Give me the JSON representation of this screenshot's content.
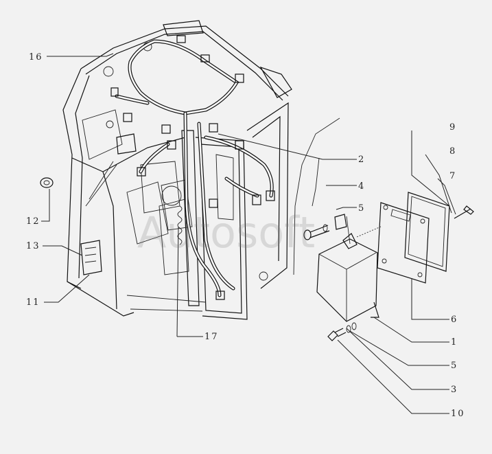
{
  "diagram": {
    "callouts": [
      {
        "id": "c16",
        "label": "16"
      },
      {
        "id": "c2",
        "label": "2"
      },
      {
        "id": "c4",
        "label": "4"
      },
      {
        "id": "c5a",
        "label": "5"
      },
      {
        "id": "c9",
        "label": "9"
      },
      {
        "id": "c8",
        "label": "8"
      },
      {
        "id": "c7",
        "label": "7"
      },
      {
        "id": "c12",
        "label": "12"
      },
      {
        "id": "c13",
        "label": "13"
      },
      {
        "id": "c11",
        "label": "11"
      },
      {
        "id": "c17",
        "label": "17"
      },
      {
        "id": "c6",
        "label": "6"
      },
      {
        "id": "c1",
        "label": "1"
      },
      {
        "id": "c5b",
        "label": "5"
      },
      {
        "id": "c3",
        "label": "3"
      },
      {
        "id": "c10",
        "label": "10"
      }
    ],
    "watermark": "Autosoft"
  }
}
